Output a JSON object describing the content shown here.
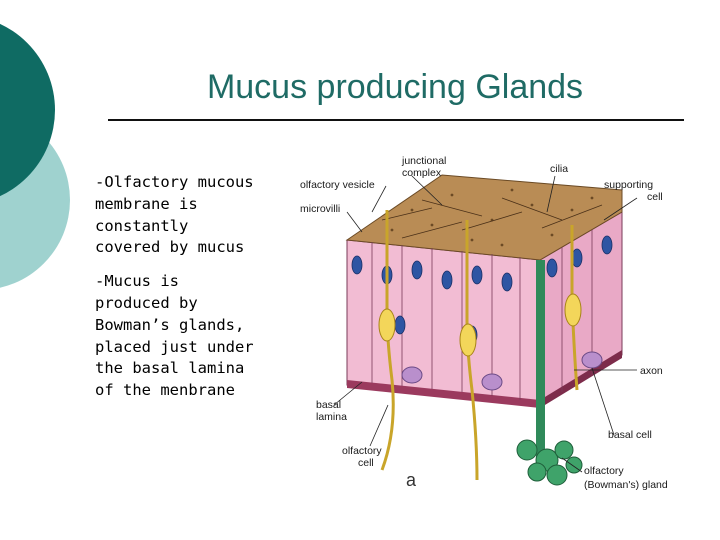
{
  "title": "Mucus producing Glands",
  "colors": {
    "accent_dark": "#0f6b63",
    "accent_light": "#9fd2cf",
    "title": "#1f6b65",
    "tissue_pink": "#f2bcd3",
    "mucus": "#b98c55",
    "gland_green": "#2f8a5a"
  },
  "body": {
    "paragraph_1": "-Olfactory mucous\nmembrane is\nconstantly\ncovered by mucus",
    "paragraph_2": "-Mucus is\nproduced by\nBowman’s glands,\nplaced just under\nthe basal lamina\nof the menbrane"
  },
  "figure": {
    "labels": {
      "junctional_complex": [
        "junctional",
        "complex"
      ],
      "cilia": "cilia",
      "olfactory_vesicle": "olfactory vesicle",
      "supporting_cell": [
        "supporting",
        "cell"
      ],
      "microvilli": "microvilli",
      "axon": "axon",
      "basal_lamina": [
        "basal",
        "lamina"
      ],
      "basal_cell": "basal cell",
      "olfactory_cell": [
        "olfactory",
        "cell"
      ],
      "olfactory_gland": [
        "olfactory",
        "(Bowman's) gland"
      ],
      "panel": "a"
    }
  }
}
